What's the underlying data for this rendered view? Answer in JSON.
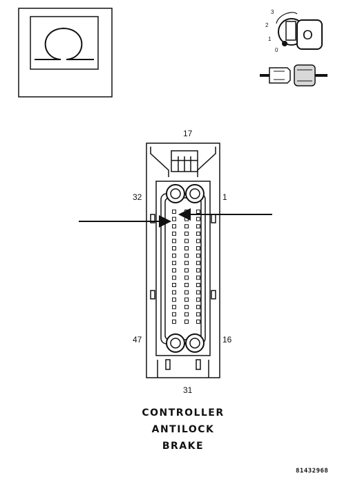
{
  "pin_labels": {
    "top": "17",
    "upper_left": "32",
    "upper_right": "1",
    "lower_left": "47",
    "lower_right": "16",
    "bottom": "31"
  },
  "title": {
    "line1": "CONTROLLER",
    "line2": "ANTILOCK",
    "line3": "BRAKE"
  },
  "reference_number": "81432968",
  "ignition_positions": [
    "3",
    "2",
    "1",
    "0"
  ],
  "key_symbol": "O",
  "icons": [
    "ohmmeter-omega-icon",
    "ignition-key-icon",
    "connector-disconnected-icon"
  ]
}
